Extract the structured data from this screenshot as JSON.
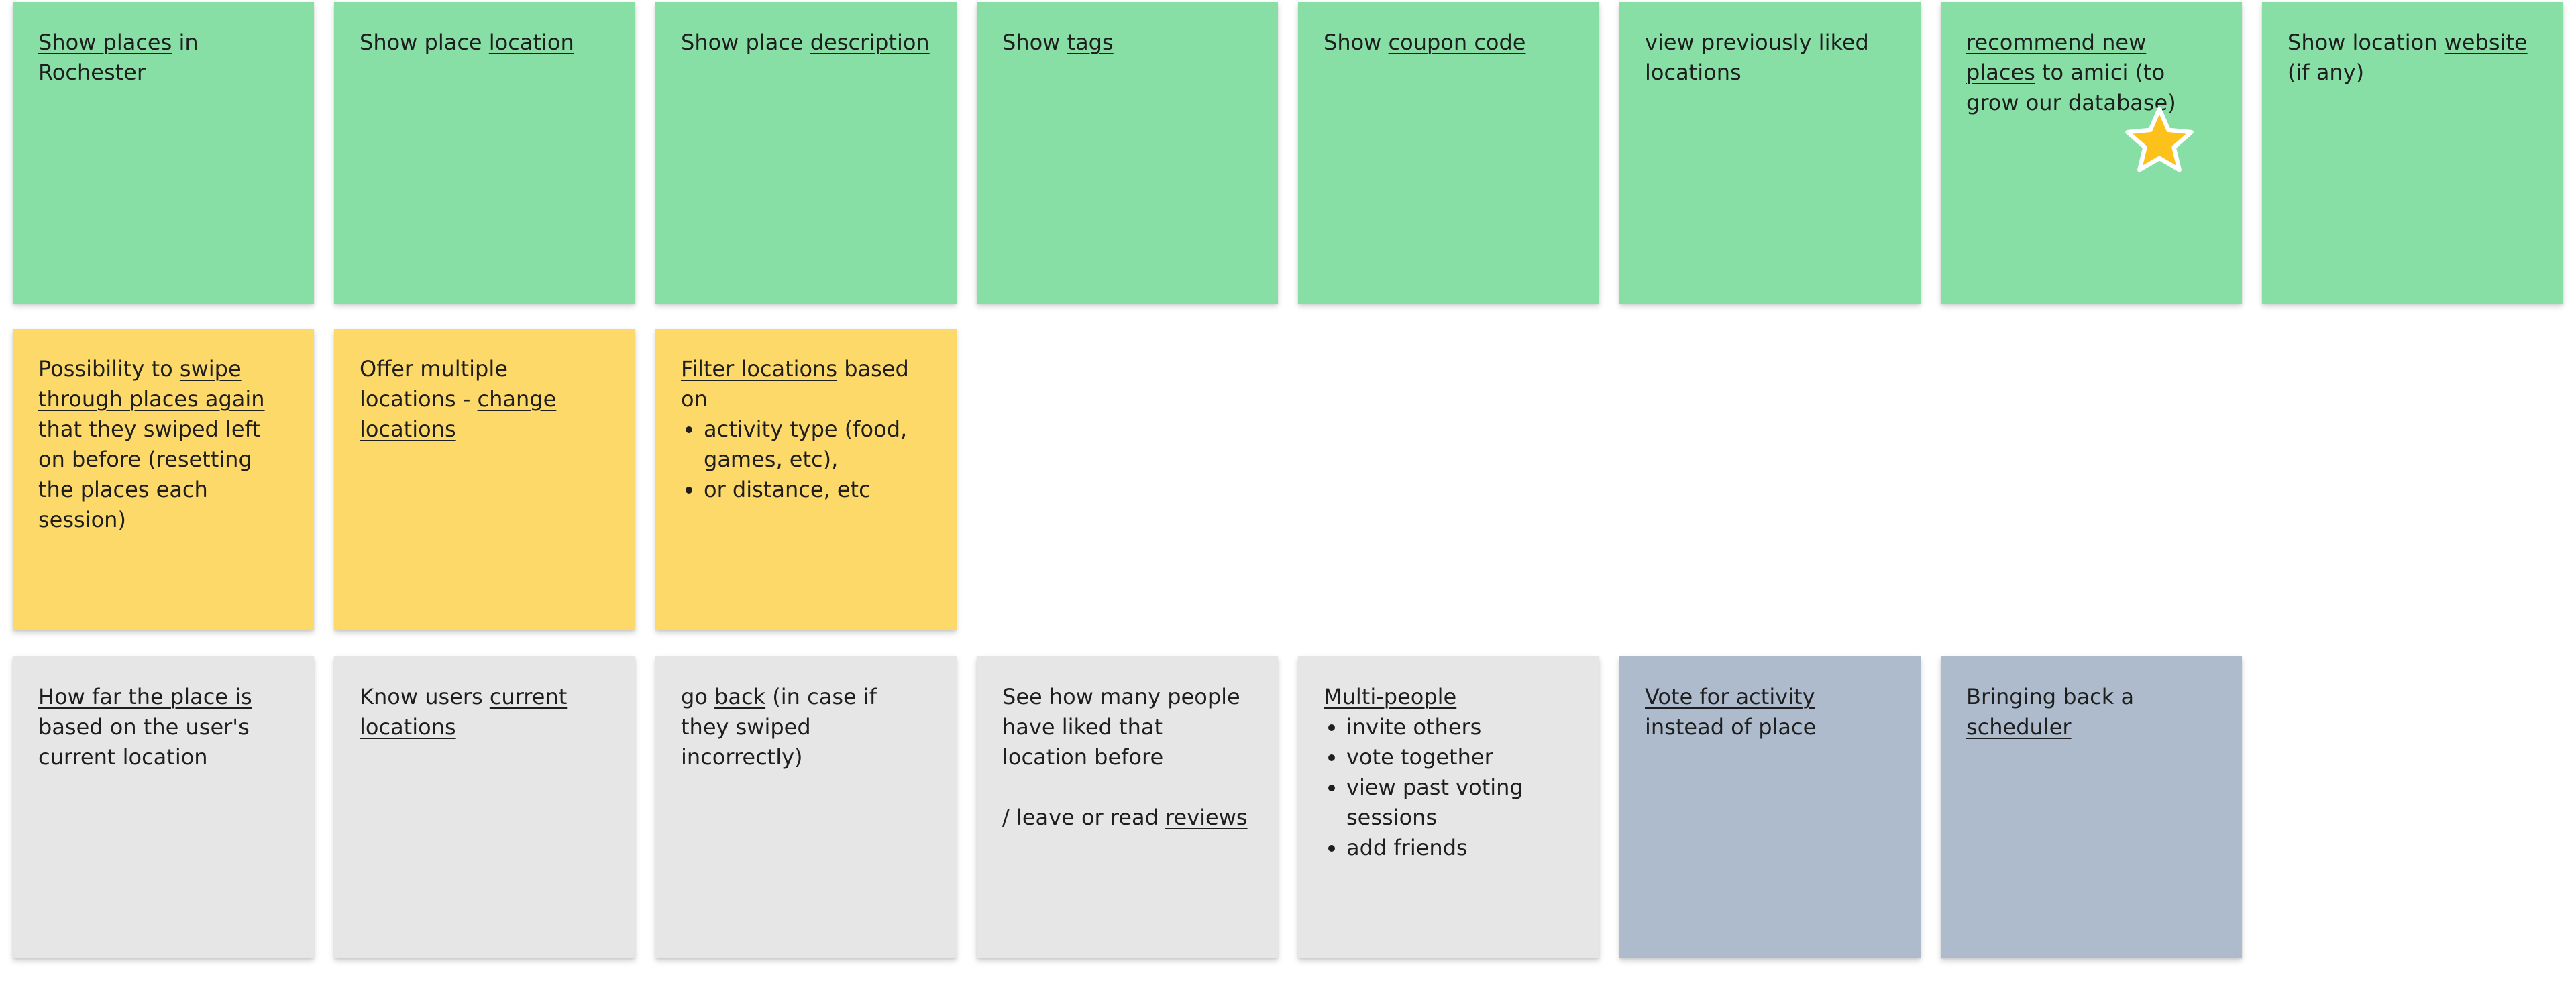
{
  "colors": {
    "green": "#87dfa6",
    "yellow": "#fdd969",
    "gray": "#e6e6e6",
    "blue": "#adbbcd",
    "star": "#fcc21b"
  },
  "row1": {
    "show_places": {
      "a": "Show places",
      "b": " in Rochester"
    },
    "show_location": {
      "a": "Show place ",
      "b": "location"
    },
    "show_description": {
      "a": "Show place ",
      "b": "description"
    },
    "show_tags": {
      "a": "Show ",
      "b": "tags"
    },
    "show_coupon": {
      "a": "Show ",
      "b": "coupon code"
    },
    "view_liked": {
      "a": "view previously liked locations"
    },
    "recommend": {
      "a": "recommend new places",
      "b": " to amici (to grow our database)"
    },
    "website": {
      "a": "Show location ",
      "b": "website",
      "c": " (if any)"
    }
  },
  "row2": {
    "swipe_again": {
      "a": "Possibility to ",
      "b": "swipe through places again",
      "c": " that they swiped left on before (resetting the places each session)"
    },
    "multiple_locations": {
      "a": "Offer multiple locations - ",
      "b": "change locations"
    },
    "filter": {
      "a": "Filter locations",
      "b": " based on",
      "items": [
        "activity type (food, games, etc),",
        "or distance, etc"
      ]
    }
  },
  "row3": {
    "how_far": {
      "a": "How far the place is",
      "b": " based on the user's current location"
    },
    "know_users": {
      "a": "Know users ",
      "b": "current locations"
    },
    "go_back": {
      "a": "go ",
      "b": "back",
      "c": " (in case if they swiped incorrectly)"
    },
    "see_liked": {
      "a": "See how many people have liked that location before",
      "b": "/ leave or read ",
      "c": "reviews"
    },
    "multi_people": {
      "a": "Multi-people",
      "items": [
        "invite others",
        "vote together",
        "view past voting sessions",
        "add friends"
      ]
    },
    "vote_activity": {
      "a": "Vote for activity ",
      "b": "instead of place"
    },
    "scheduler": {
      "a": "Bringing back a ",
      "b": "scheduler"
    }
  },
  "decorations": {
    "star_icon": "star-icon"
  }
}
